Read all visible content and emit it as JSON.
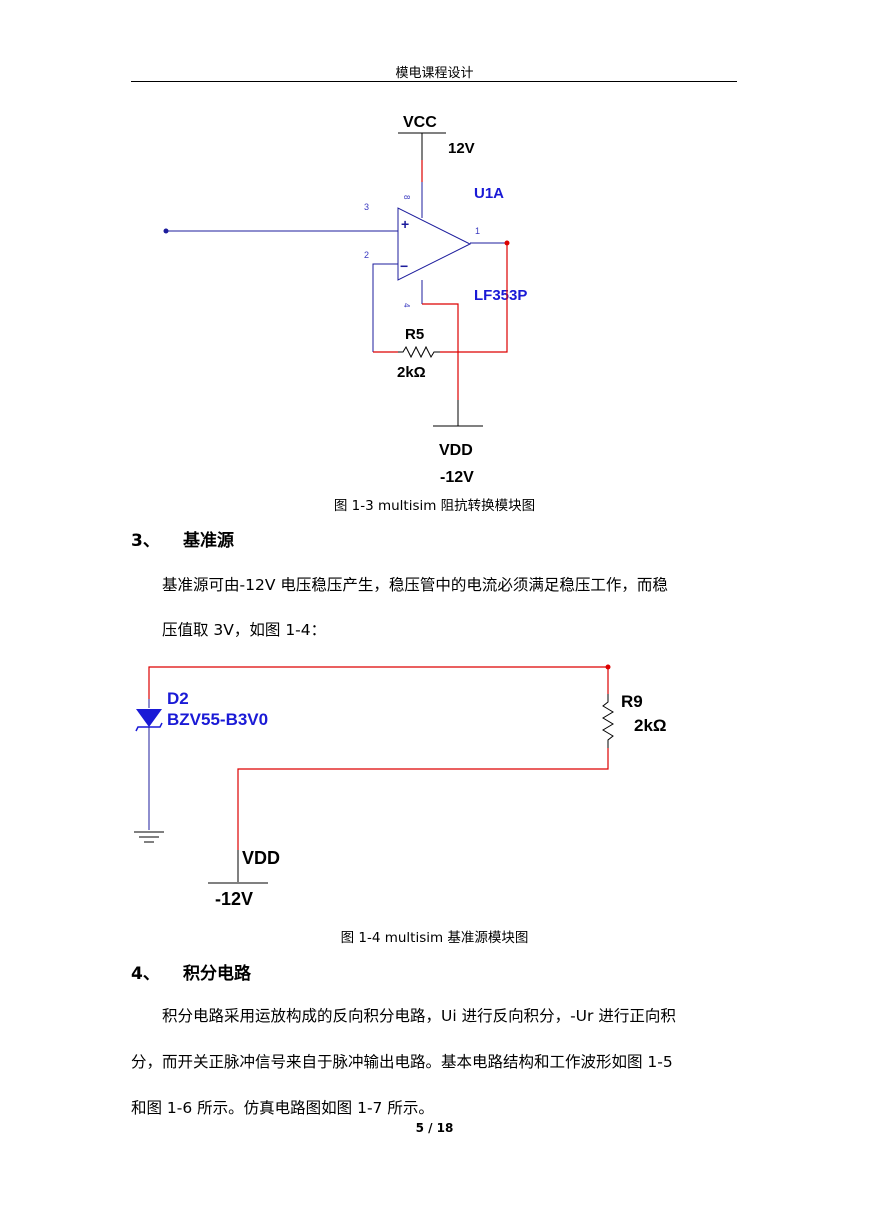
{
  "header": {
    "title": "模电课程设计"
  },
  "figure_1_3": {
    "labels": {
      "vcc": "VCC",
      "vcc_value": "12V",
      "opamp_ref": "U1A",
      "opamp_model": "LF353P",
      "pin_3": "3",
      "pin_2": "2",
      "pin_1": "1",
      "pin_8": "8",
      "pin_4": "4",
      "plus": "+",
      "minus": "−",
      "resistor_ref": "R5",
      "resistor_value": "2kΩ",
      "vdd": "VDD",
      "vdd_value": "-12V"
    },
    "caption": "图 1-3 multisim 阻抗转换模块图"
  },
  "section_3": {
    "number": "3、",
    "title": "基准源",
    "paragraph_line1": "基准源可由-12V 电压稳压产生，稳压管中的电流必须满足稳压工作，而稳",
    "paragraph_line2": "压值取 3V，如图 1-4："
  },
  "figure_1_4": {
    "labels": {
      "diode_ref": "D2",
      "diode_model": "BZV55-B3V0",
      "resistor_ref": "R9",
      "resistor_value": "2kΩ",
      "vdd": "VDD",
      "vdd_value": "-12V"
    },
    "caption": "图 1-4 multisim 基准源模块图"
  },
  "section_4": {
    "number": "4、",
    "title": "积分电路",
    "paragraph_line1": "积分电路采用运放构成的反向积分电路，Ui 进行反向积分，-Ur 进行正向积",
    "paragraph_line2": "分，而开关正脉冲信号来自于脉冲输出电路。基本电路结构和工作波形如图 1-5",
    "paragraph_line3": "和图 1-6 所示。仿真电路图如图 1-7 所示。"
  },
  "footer": {
    "page_number": "5 / 18"
  },
  "colors": {
    "wire_red": "#dd0000",
    "wire_blue": "#1c1c9c",
    "label_blue": "#1a1ad6"
  }
}
